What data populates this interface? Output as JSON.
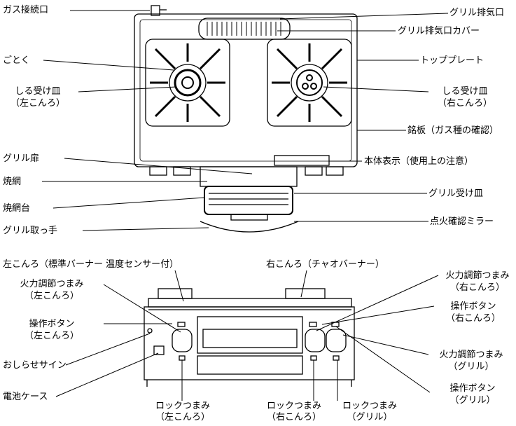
{
  "labels": {
    "gas_connection": "ガス接続口",
    "grill_exhaust": "グリル排気口",
    "grill_exhaust_cover": "グリル排気口カバー",
    "top_plate": "トッププレート",
    "gotoku": "ごとく",
    "drip_pan_left": "しる受け皿",
    "drip_pan_left_sub": "（左こんろ）",
    "drip_pan_right": "しる受け皿",
    "drip_pan_right_sub": "（右こんろ）",
    "nameplate": "銘板",
    "nameplate_note": "（ガス種の確認）",
    "grill_door": "グリル扉",
    "body_display": "本体表示",
    "body_display_note": "（使用上の注意）",
    "grill_net": "焼網",
    "grill_net_stand": "焼網台",
    "grill_tray": "グリル受け皿",
    "grill_handle": "グリル取っ手",
    "ignition_mirror": "点火確認ミラー",
    "left_burner": "左こんろ（標準バーナー 温度センサー付）",
    "right_burner": "右こんろ（チャオバーナー）",
    "heat_knob_left": "火力調節つまみ",
    "heat_knob_left_sub": "（左こんろ）",
    "heat_knob_right": "火力調節つまみ",
    "heat_knob_right_sub": "（右こんろ）",
    "op_button_left": "操作ボタン",
    "op_button_left_sub": "（左こんろ）",
    "op_button_right": "操作ボタン",
    "op_button_right_sub": "（右こんろ）",
    "notice_sign": "おしらせサイン",
    "heat_knob_grill": "火力調節つまみ",
    "heat_knob_grill_sub": "（グリル）",
    "battery_case": "電池ケース",
    "op_button_grill": "操作ボタン",
    "op_button_grill_sub": "（グリル）",
    "lock_knob_left": "ロックつまみ",
    "lock_knob_left_sub": "（左こんろ）",
    "lock_knob_right": "ロックつまみ",
    "lock_knob_right_sub": "（右こんろ）",
    "lock_knob_grill": "ロックつまみ",
    "lock_knob_grill_sub": "（グリル）"
  }
}
